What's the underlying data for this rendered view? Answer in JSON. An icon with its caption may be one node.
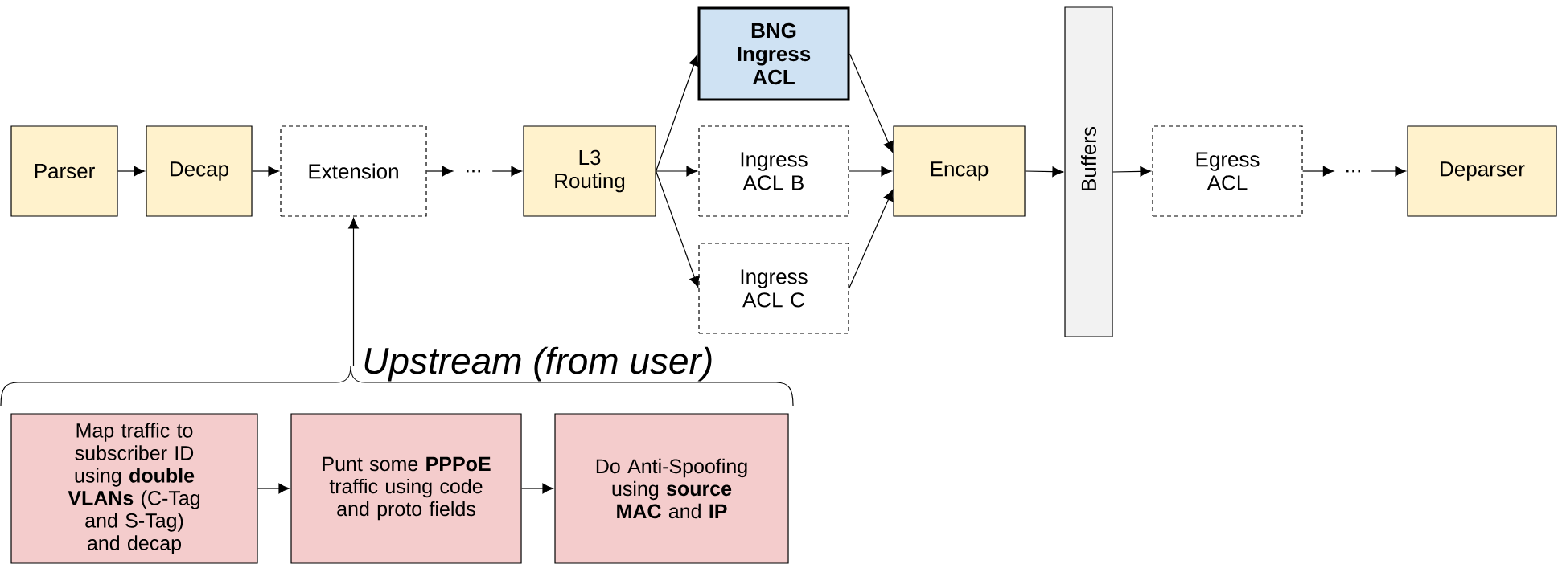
{
  "diagram": {
    "nodes": [
      {
        "text": [
          "Parser"
        ]
      },
      {
        "text": [
          "Decap"
        ]
      },
      {
        "text": [
          "Extension"
        ]
      },
      {
        "text": [
          "..."
        ]
      },
      {
        "text": [
          "L3 Routing"
        ]
      },
      {
        "text": [
          "BNG Ingress ACL"
        ]
      },
      {
        "text": [
          "Ingress ACL B"
        ]
      },
      {
        "text": [
          "Ingress ACL C"
        ]
      },
      {
        "text": [
          "Encap"
        ]
      },
      {
        "text": [
          "Buffers"
        ]
      },
      {
        "text": [
          "Egress ACL"
        ]
      },
      {
        "text": [
          "..."
        ]
      },
      {
        "text": [
          "Deparser"
        ]
      },
      {
        "text": [
          "Map traffic to subscriber ID using **double VLANs** (C-Tag and S-Tag) and decap"
        ]
      },
      {
        "text": [
          "Punt some **PPPoE** traffic using code and proto fields"
        ]
      },
      {
        "text": [
          "Do Anti-Spoofing using **source MAC** and **IP**"
        ]
      },
      {
        "text": [],
        "shape": "brace"
      }
    ],
    "edges": [
      {
        "from": 0,
        "to": 1,
        "arrow": "to"
      },
      {
        "from": 1,
        "to": 2,
        "arrow": "to"
      },
      {
        "from": 2,
        "to": 3,
        "arrow": "to"
      },
      {
        "from": 3,
        "to": 4,
        "arrow": "to"
      },
      {
        "from": 4,
        "to": 5,
        "arrow": "to"
      },
      {
        "from": 4,
        "to": 6,
        "arrow": "to"
      },
      {
        "from": 4,
        "to": 7,
        "arrow": "to"
      },
      {
        "from": 5,
        "to": 8,
        "arrow": "to"
      },
      {
        "from": 6,
        "to": 8,
        "arrow": "to"
      },
      {
        "from": 7,
        "to": 8,
        "arrow": "to"
      },
      {
        "from": 8,
        "to": 9,
        "arrow": "to"
      },
      {
        "from": 9,
        "to": 10,
        "arrow": "to"
      },
      {
        "from": 10,
        "to": 11,
        "arrow": "to"
      },
      {
        "from": 11,
        "to": 12,
        "arrow": "to"
      },
      {
        "from": 16,
        "to": 2,
        "arrow": "to"
      },
      {
        "from": 13,
        "to": 14,
        "arrow": "to"
      },
      {
        "from": 14,
        "to": 15,
        "arrow": "to"
      }
    ],
    "labels": [
      "Upstream (from user)"
    ]
  }
}
